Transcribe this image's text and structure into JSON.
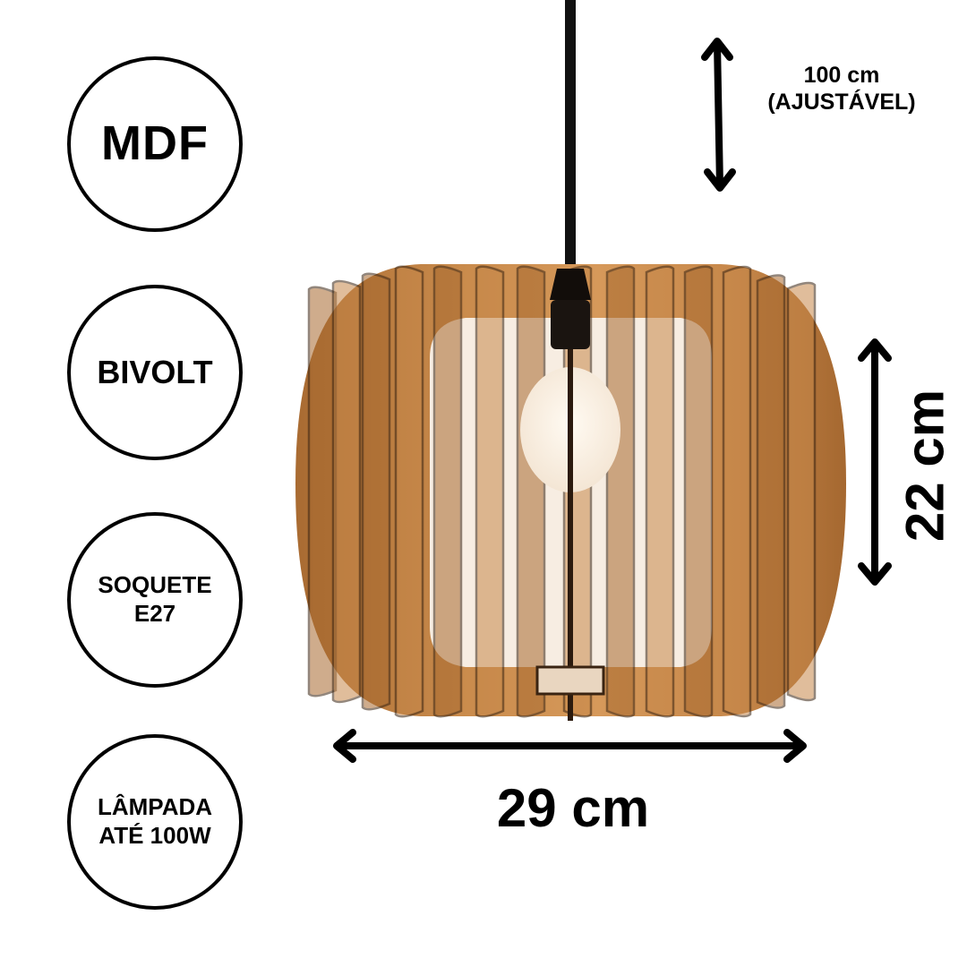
{
  "badges": [
    {
      "lines": [
        "MDF"
      ]
    },
    {
      "lines": [
        "BIVOLT"
      ]
    },
    {
      "lines": [
        "SOQUETE",
        "E27"
      ]
    },
    {
      "lines": [
        "LÂMPADA",
        "ATÉ 100W"
      ]
    }
  ],
  "dimensions": {
    "cord_length": "100 cm",
    "cord_note": "(AJUSTÁVEL)",
    "height": "22 cm",
    "width": "29 cm"
  },
  "colors": {
    "wood": "#c7884a",
    "wood_dark": "#a86a30",
    "slat_edge": "#3a2412",
    "bulb": "#fff6ec",
    "ink": "#000000"
  }
}
